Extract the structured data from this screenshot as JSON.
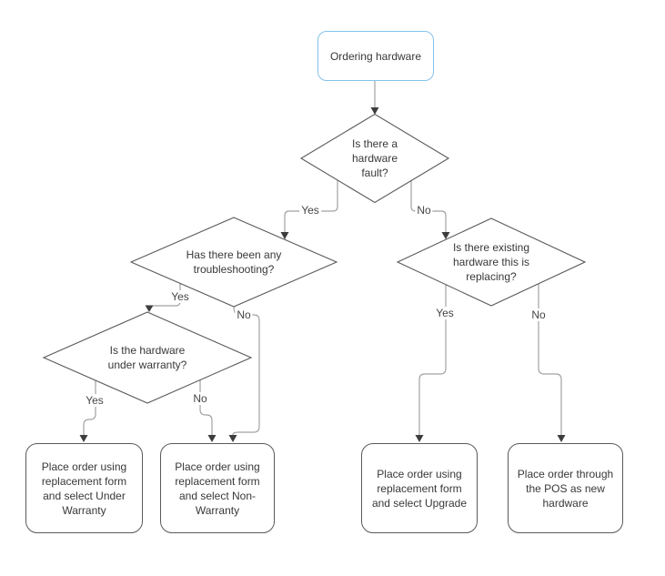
{
  "nodes": {
    "start": {
      "label": "Ordering hardware"
    },
    "fault": {
      "label": "Is there a\nhardware\nfault?"
    },
    "troubleshooting": {
      "label": "Has there been any\ntroubleshooting?"
    },
    "existing": {
      "label": "Is there existing\nhardware this is\nreplacing?"
    },
    "warranty": {
      "label": "Is the hardware\nunder warranty?"
    },
    "under_warranty": {
      "label": "Place order using\nreplacement form\nand select Under\nWarranty"
    },
    "non_warranty": {
      "label": "Place order using\nreplacement form\nand select Non-\nWarranty"
    },
    "upgrade": {
      "label": "Place order using\nreplacement form\nand select Upgrade"
    },
    "new_hardware": {
      "label": "Place order through\nthe POS as new\nhardware"
    }
  },
  "edge_labels": {
    "fault_yes": "Yes",
    "fault_no": "No",
    "troubleshooting_yes": "Yes",
    "troubleshooting_no": "No",
    "warranty_yes": "Yes",
    "warranty_no": "No",
    "existing_yes": "Yes",
    "existing_no": "No"
  },
  "colors": {
    "background": "#ffffff",
    "start_border": "#85c2ee",
    "shape_border": "#5a5a5a",
    "connector": "#a2a2a2",
    "arrowhead": "#3d3d3d",
    "text": "#383838"
  }
}
